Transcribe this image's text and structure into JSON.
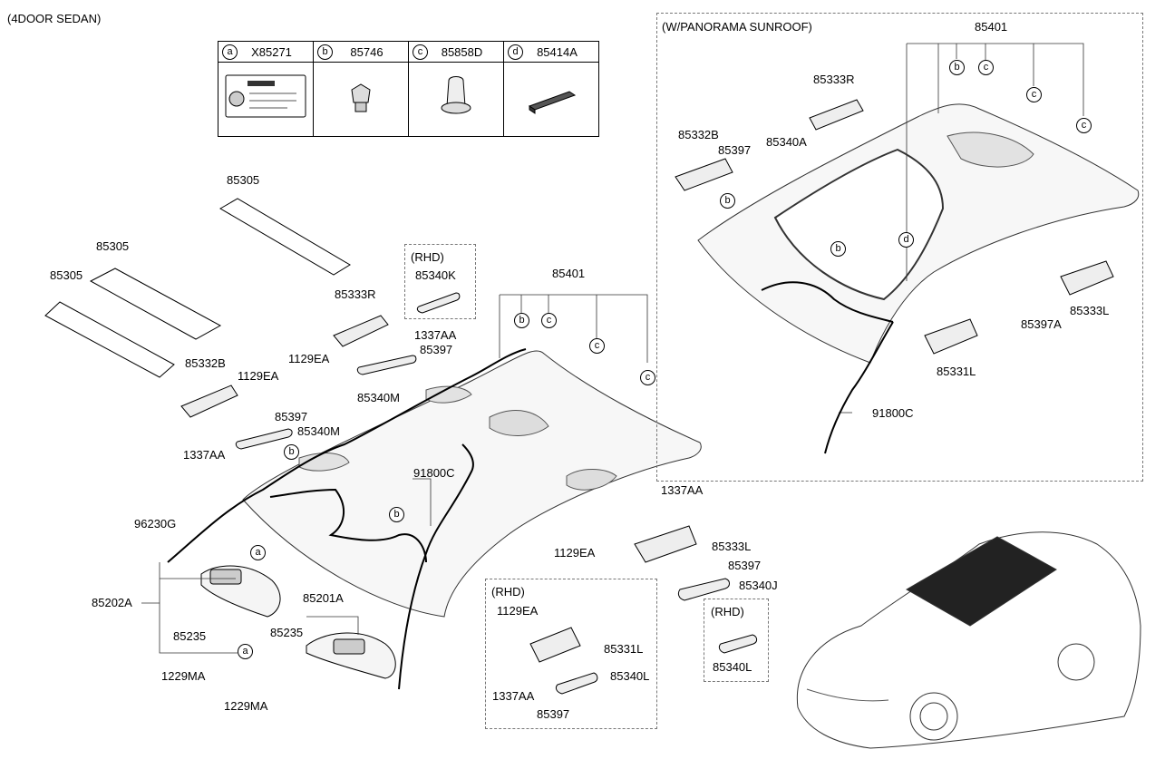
{
  "variant_title": "(4DOOR SEDAN)",
  "sunroof_title": "(W/PANORAMA SUNROOF)",
  "legend": [
    {
      "letter": "a",
      "code": "X85271",
      "icon": "label-sticker-icon"
    },
    {
      "letter": "b",
      "code": "85746",
      "icon": "clip-icon"
    },
    {
      "letter": "c",
      "code": "85858D",
      "icon": "fastener-icon"
    },
    {
      "letter": "d",
      "code": "85414A",
      "icon": "pad-icon"
    }
  ],
  "parts": {
    "p85305_top": "85305",
    "p85305_mid": "85305",
    "p85305_low": "85305",
    "rhd_upper": "(RHD)",
    "p85340K": "85340K",
    "p85401_main": "85401",
    "p85333R_main": "85333R",
    "p1337AA_a": "1337AA",
    "p85397_a": "85397",
    "p1129EA_a": "1129EA",
    "p85340M_a": "85340M",
    "p85332B_main": "85332B",
    "p1129EA_b": "1129EA",
    "p85397_b": "85397",
    "p85340M_b": "85340M",
    "p1337AA_b": "1337AA",
    "p91800C_main": "91800C",
    "p96230G": "96230G",
    "p85202A": "85202A",
    "p85235_a": "85235",
    "p1229MA_a": "1229MA",
    "p85201A": "85201A",
    "p85235_b": "85235",
    "p1229MA_b": "1229MA",
    "p1337AA_c": "1337AA",
    "p1129EA_c": "1129EA",
    "p85333L_main": "85333L",
    "p85397_c": "85397",
    "p85340J": "85340J",
    "rhd_lower": "(RHD)",
    "p1129EA_d": "1129EA",
    "p85331L_rhd": "85331L",
    "p1337AA_d": "1337AA",
    "p85340L_a": "85340L",
    "p85397_d": "85397",
    "rhd_small": "(RHD)",
    "p85340L_b": "85340L",
    "p85401_sun": "85401",
    "p85333R_sun": "85333R",
    "p85340A": "85340A",
    "p85332B_sun": "85332B",
    "p85397_sun": "85397",
    "p85397A": "85397A",
    "p85333L_sun": "85333L",
    "p85331L_sun": "85331L",
    "p91800C_sun": "91800C"
  },
  "callouts": {
    "main_b1": "b",
    "main_c1": "c",
    "main_c2": "c",
    "main_c3": "c",
    "main_b2": "b",
    "main_b3": "b",
    "main_a1": "a",
    "main_a2": "a",
    "sun_b1": "b",
    "sun_c1": "c",
    "sun_c2": "c",
    "sun_c3": "c",
    "sun_b2": "b",
    "sun_d": "d",
    "sun_b3": "b"
  }
}
